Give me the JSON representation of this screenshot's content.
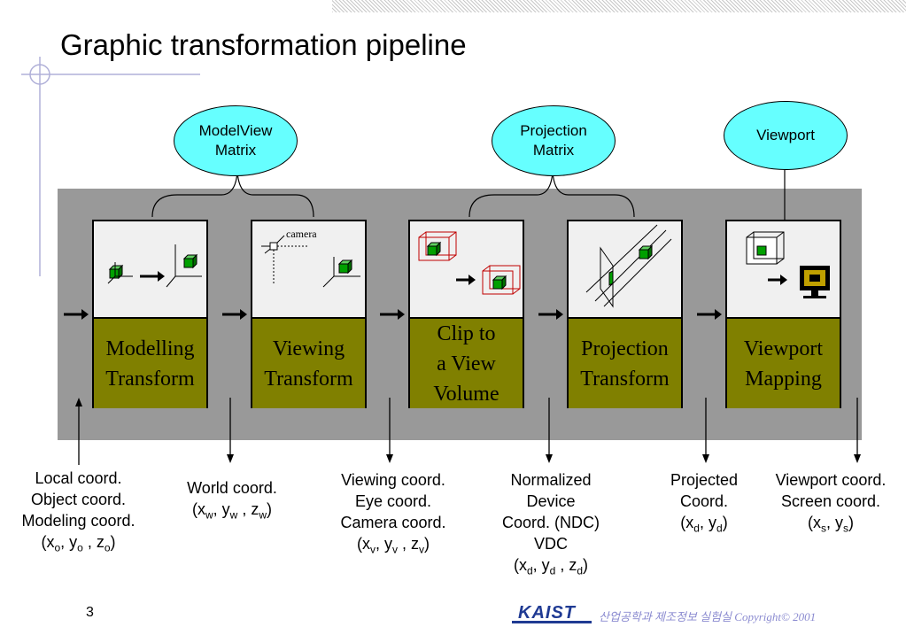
{
  "title": "Graphic transformation pipeline",
  "page_number": "3",
  "footer": {
    "logo": "KAIST",
    "copyright": "산업공학과 제조정보 실험실 Copyright© 2001"
  },
  "matrices": {
    "modelview": "ModelView Matrix",
    "projection": "Projection Matrix",
    "viewport": "Viewport"
  },
  "stages": [
    {
      "line1": "Modelling",
      "line2": "Transform",
      "line3": ""
    },
    {
      "line1": "Viewing",
      "line2": "Transform",
      "line3": ""
    },
    {
      "line1": "Clip to",
      "line2": "a View",
      "line3": "Volume"
    },
    {
      "line1": "Projection",
      "line2": "Transform",
      "line3": ""
    },
    {
      "line1": "Viewport",
      "line2": "Mapping",
      "line3": ""
    }
  ],
  "camera_label": "camera",
  "coords": {
    "local": {
      "lines": [
        "Local coord.",
        "Object coord.",
        "Modeling coord."
      ],
      "var": "o"
    },
    "world": {
      "lines": [
        "World coord."
      ],
      "var": "w"
    },
    "viewing": {
      "lines": [
        "Viewing coord.",
        "Eye coord.",
        "Camera coord."
      ],
      "var": "v"
    },
    "ndc": {
      "lines": [
        "Normalized",
        "Device",
        "Coord. (NDC)",
        "VDC"
      ],
      "var": "d"
    },
    "projected": {
      "lines": [
        "Projected",
        "Coord."
      ],
      "var": "d"
    },
    "viewport": {
      "lines": [
        "Viewport coord.",
        "Screen coord."
      ],
      "var": "s"
    }
  }
}
